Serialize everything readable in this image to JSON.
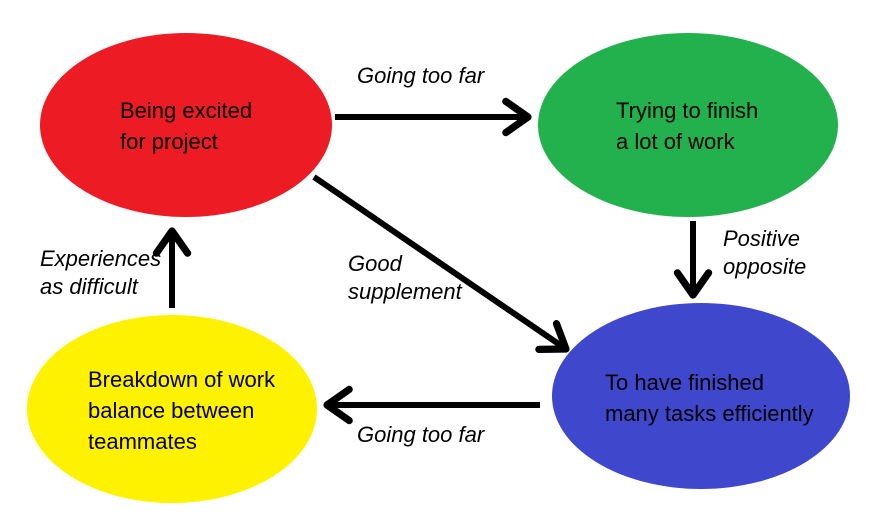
{
  "canvas": {
    "background": "#ffffff",
    "arrow_color": "#000000",
    "text_color": "#000000"
  },
  "nodes": {
    "excited": {
      "color": "#ED1C24",
      "lines": [
        "Being excited",
        "for project"
      ]
    },
    "trying": {
      "color": "#22B14C",
      "lines": [
        "Trying to finish",
        "a lot of work"
      ]
    },
    "breakdown": {
      "color": "#FFF200",
      "lines": [
        "Breakdown of work",
        "balance between",
        "teammates"
      ]
    },
    "finished": {
      "color": "#3F48CC",
      "lines": [
        "To have finished",
        "many tasks efficiently"
      ]
    }
  },
  "edges": {
    "excited_to_trying": {
      "label": "Going too far"
    },
    "trying_to_finished": {
      "lines": [
        "Positive",
        "opposite"
      ]
    },
    "excited_to_finished": {
      "lines": [
        "Good",
        "supplement"
      ]
    },
    "finished_to_breakdown": {
      "label": "Going too far"
    },
    "breakdown_to_excited": {
      "lines": [
        "Experiences",
        "as difficult"
      ]
    }
  }
}
